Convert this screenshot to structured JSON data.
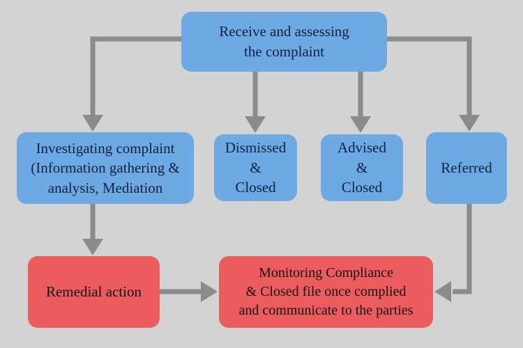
{
  "colors": {
    "background": "#d3d3d3",
    "node_blue": "#6da9e2",
    "node_red": "#ea5c5d",
    "arrow": "#8b8b8b",
    "text_blue_node": "#122142",
    "text_red_node": "#151515"
  },
  "nodes": {
    "receive": {
      "label": "Receive and assessing\nthe complaint"
    },
    "investigating": {
      "label": "Investigating complaint\n(Information gathering &\nanalysis, Mediation"
    },
    "dismissed": {
      "label": "Dismissed\n&\nClosed"
    },
    "advised": {
      "label": "Advised\n&\nClosed"
    },
    "referred": {
      "label": "Referred"
    },
    "remedial": {
      "label": "Remedial action"
    },
    "monitoring": {
      "label": "Monitoring Compliance\n& Closed file once complied\nand communicate to the parties"
    }
  },
  "edges": [
    {
      "from": "receive",
      "to": "investigating"
    },
    {
      "from": "receive",
      "to": "dismissed"
    },
    {
      "from": "receive",
      "to": "advised"
    },
    {
      "from": "receive",
      "to": "referred"
    },
    {
      "from": "investigating",
      "to": "remedial"
    },
    {
      "from": "remedial",
      "to": "monitoring"
    },
    {
      "from": "referred",
      "to": "monitoring"
    }
  ]
}
